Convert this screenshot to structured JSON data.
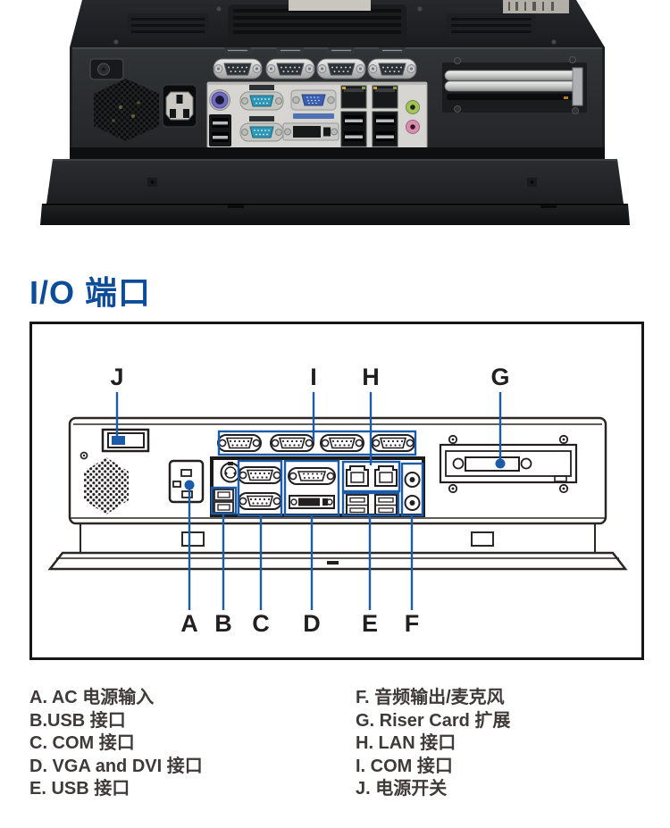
{
  "section_title": "I/O 端口",
  "colors": {
    "heading_blue": "#0d4c99",
    "callout_blue": "#1c5ba7",
    "legend_text": "#3e3a39",
    "diagram_line": "#231f20"
  },
  "photo": {
    "ports": [
      "power-switch",
      "speaker-grille",
      "ac-inlet",
      "com-ports",
      "ps2-port",
      "usb-ports",
      "serial-ports",
      "vga-port",
      "dvi-port",
      "lan-ports",
      "audio-jacks",
      "riser-slot"
    ]
  },
  "diagram": {
    "callouts_top": [
      "J",
      "I",
      "H",
      "G"
    ],
    "callouts_bottom": [
      "A",
      "B",
      "C",
      "D",
      "E",
      "F"
    ]
  },
  "legend": {
    "left": [
      "A. AC 电源输入",
      "B.USB 接口",
      "C. COM 接口",
      "D. VGA and DVI 接口",
      "E. USB 接口"
    ],
    "right": [
      "F.  音频输出/麦克风",
      "G. Riser Card 扩展",
      "H. LAN 接口",
      "I.  COM 接口",
      "J.  电源开关"
    ]
  }
}
